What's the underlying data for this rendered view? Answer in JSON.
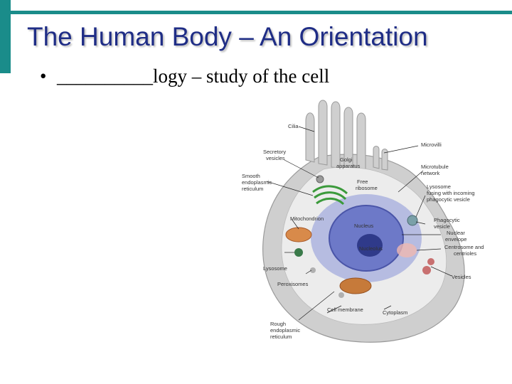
{
  "slide": {
    "title": "The Human Body – An Orientation",
    "bullet_marker": "•",
    "bullet_text": "__________logy – study of the cell"
  },
  "colors": {
    "accent": "#1a8c8a",
    "title": "#1f2d86"
  },
  "diagram": {
    "labels": {
      "cilia": "Cilia",
      "microvilli": "Microvilli",
      "secretory_1": "Secretory",
      "secretory_2": "vesicles",
      "golgi_1": "Golgi",
      "golgi_2": "apparatus",
      "microtubule_1": "Microtubule",
      "microtubule_2": "network",
      "smooth_er_1": "Smooth",
      "smooth_er_2": "endoplasmic",
      "smooth_er_3": "reticulum",
      "free_ribosome_1": "Free",
      "free_ribosome_2": "ribosome",
      "lysosome_fusing_1": "Lysosome",
      "lysosome_fusing_2": "fusing with incoming",
      "lysosome_fusing_3": "phagocytic vesicle",
      "mitochondrion": "Mitochondrion",
      "nucleus": "Nucleus",
      "phagocytic_1": "Phagocytic",
      "phagocytic_2": "vesicle",
      "nuclear_env_1": "Nuclear",
      "nuclear_env_2": "envelope",
      "nucleolus": "Nucleolus",
      "centrosome_1": "Centrosome and",
      "centrosome_2": "centrioles",
      "lysosome": "Lysosome",
      "vesicles": "Vesicles",
      "peroxisomes": "Peroxisomes",
      "cell_membrane": "Cell membrane",
      "cytoplasm": "Cytoplasm",
      "rough_er_1": "Rough",
      "rough_er_2": "endoplasmic",
      "rough_er_3": "reticulum"
    }
  }
}
